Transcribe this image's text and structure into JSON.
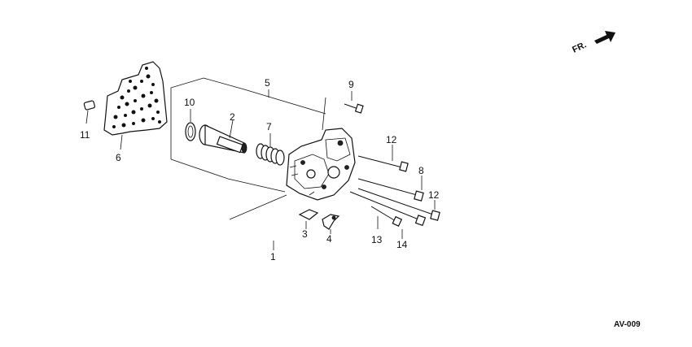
{
  "direction_marker": {
    "label": "FR."
  },
  "diagram_code": "AV-009",
  "callouts": {
    "c1": "1",
    "c2": "2",
    "c3": "3",
    "c4": "4",
    "c5": "5",
    "c6": "6",
    "c7": "7",
    "c8": "8",
    "c9": "9",
    "c10": "10",
    "c11": "11",
    "c12a": "12",
    "c12b": "12",
    "c13": "13",
    "c14": "14"
  }
}
